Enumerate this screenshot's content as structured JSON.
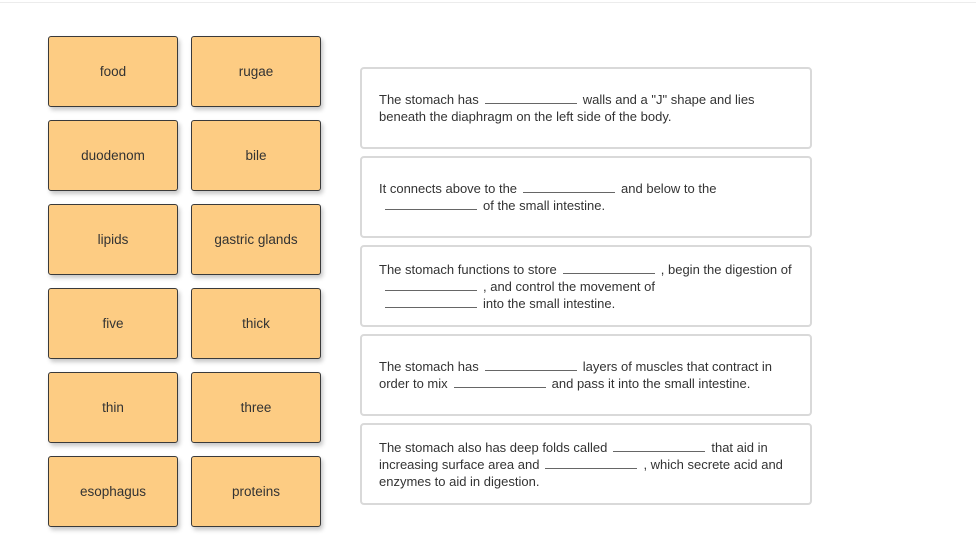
{
  "tiles": [
    {
      "label": "food"
    },
    {
      "label": "rugae"
    },
    {
      "label": "duodenom"
    },
    {
      "label": "bile"
    },
    {
      "label": "lipids"
    },
    {
      "label": "gastric glands"
    },
    {
      "label": "five"
    },
    {
      "label": "thick"
    },
    {
      "label": "thin"
    },
    {
      "label": "three"
    },
    {
      "label": "esophagus"
    },
    {
      "label": "proteins"
    }
  ],
  "sentences": [
    {
      "parts": [
        "The stomach has",
        "walls and a \"J\" shape and lies beneath the diaphragm on the left side of the body."
      ]
    },
    {
      "parts": [
        "It connects above to the",
        "and below to the",
        "of the small intestine."
      ]
    },
    {
      "parts": [
        "The stomach functions to store",
        ", begin the digestion of",
        ", and control the movement of",
        "into the small intestine."
      ]
    },
    {
      "parts": [
        "The stomach has",
        "layers of muscles that contract in order to mix",
        "and pass it into the small intestine."
      ]
    },
    {
      "parts": [
        "The stomach also has deep folds called",
        "that aid in increasing surface area and",
        ", which secrete acid and enzymes to aid in digestion."
      ]
    }
  ],
  "colors": {
    "tile_fill": "#fdcc83",
    "tile_border": "#3a3a3a",
    "box_border": "#d9d9d9"
  }
}
